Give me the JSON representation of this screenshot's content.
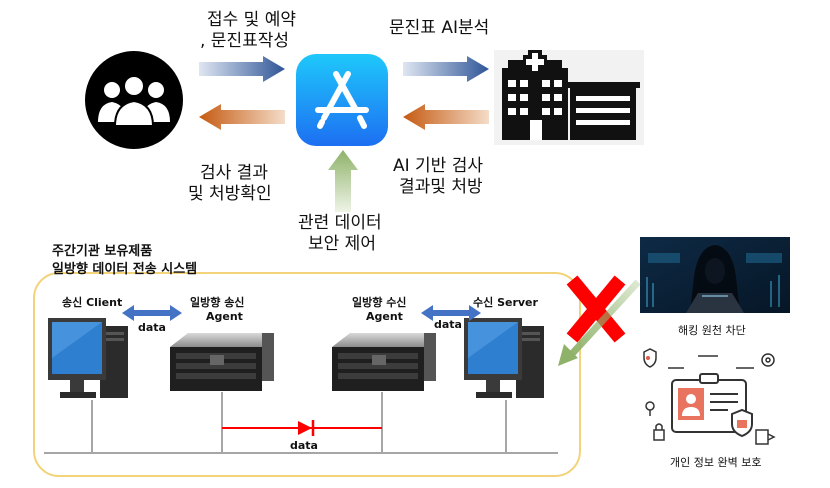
{
  "top": {
    "label_submit_line1": "접수 및 예약",
    "label_submit_line2": ", 문진표작성",
    "label_ai_analysis": "문진표 AI분석",
    "label_result_line1": "검사 결과",
    "label_result_line2": "및 처방확인",
    "label_ai_result_line1": "AI 기반 검사",
    "label_ai_result_line2": "결과및 처방",
    "label_control_line1": "관련 데이터",
    "label_control_line2": "보안 제어"
  },
  "bottom": {
    "title_line1": "주간기관 보유제품",
    "title_line2": "일방향 데이터 전송 시스템",
    "client_label": "송신 Client",
    "send_agent_line1": "일방향 송신",
    "send_agent_line2": "Agent",
    "recv_agent_line1": "일방향 수신",
    "recv_agent_line2": "Agent",
    "server_label": "수신 Server",
    "data_left": "data",
    "data_right": "data",
    "data_diode": "data"
  },
  "side": {
    "hacker_caption": "해킹 원천 차단",
    "privacy_caption": "개인 정보 완벽 보호"
  },
  "colors": {
    "arrow_blue": "#2f5597",
    "arrow_orange": "#c55a11",
    "arrow_green": "#8fb26a",
    "app_blue": "#1e88f5",
    "frame_yellow": "#f3d37a",
    "red_x": "#ff0000",
    "data_arrow": "#4472c4"
  }
}
